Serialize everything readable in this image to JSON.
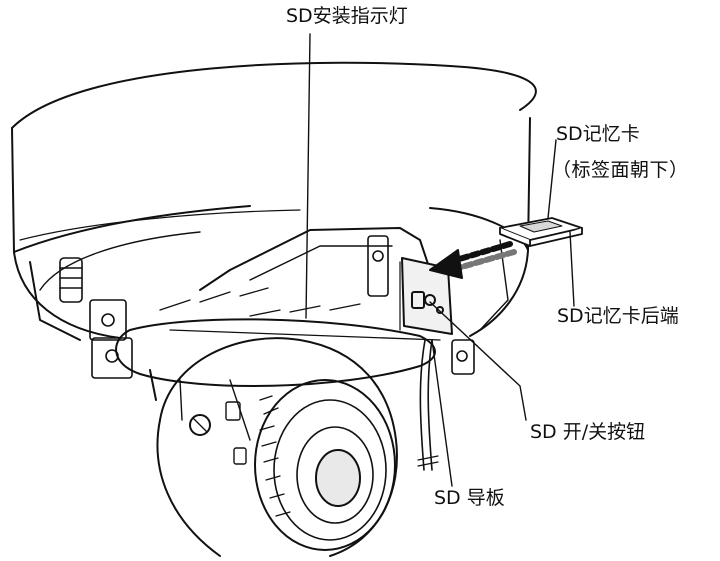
{
  "labels": {
    "sd_indicator": "SD安装指示灯",
    "sd_card_line1": "SD记忆卡",
    "sd_card_line2": "（标签面朝下）",
    "sd_card_rear_end": "SD记忆卡后端",
    "sd_switch": "SD 开/关按钮",
    "sd_guide": "SD 导板"
  },
  "icons": [
    "camera-dome-illustration",
    "insert-arrow-icon",
    "sd-card-icon"
  ],
  "colors": {
    "line": "#111111",
    "background": "#ffffff",
    "shade": "#cfcfcf"
  }
}
